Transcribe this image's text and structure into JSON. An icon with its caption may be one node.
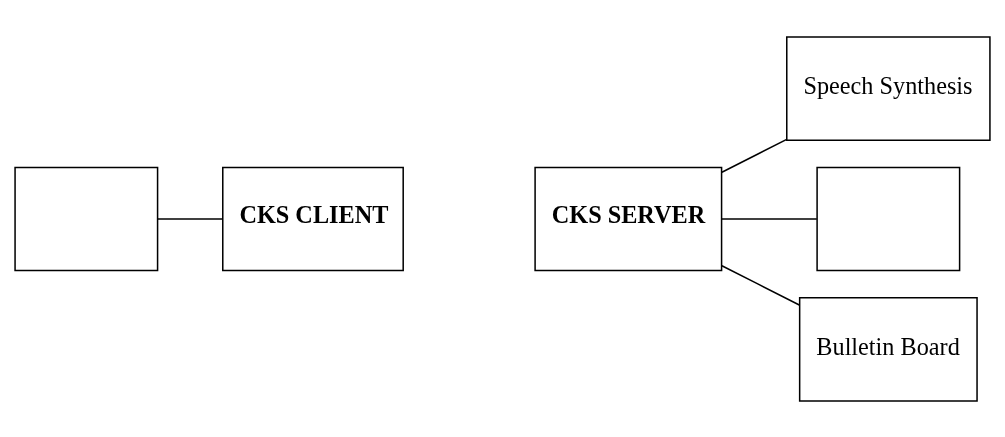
{
  "diagram": {
    "nodes": [
      {
        "text": [],
        "shape": "box"
      },
      {
        "text": [
          "CKS CLIENT"
        ]
      },
      {
        "text": [
          "CKS SERVER"
        ]
      },
      {
        "text": [
          "Speech Synthesis"
        ]
      },
      {
        "text": [],
        "shape": "box"
      },
      {
        "text": [
          "Bulletin Board"
        ]
      }
    ],
    "edges": [
      {
        "from": 0,
        "to": 1,
        "arrow": "none"
      },
      {
        "from": 2,
        "to": 3,
        "arrow": "none"
      },
      {
        "from": 2,
        "to": 4,
        "arrow": "none"
      },
      {
        "from": 2,
        "to": 5,
        "arrow": "none"
      }
    ]
  }
}
